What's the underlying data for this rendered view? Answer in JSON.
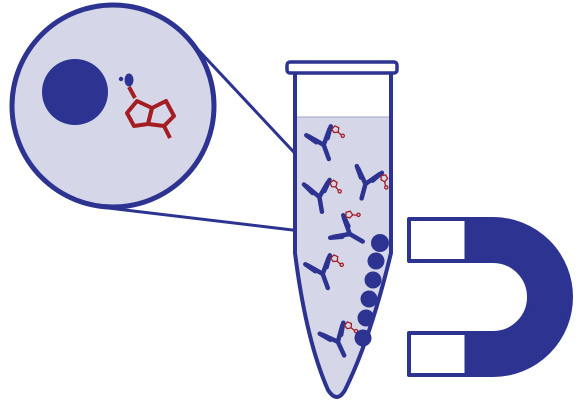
{
  "diagram": {
    "colors": {
      "outline": "#2c3391",
      "fill_light": "#d5d7e8",
      "molecule": "#a41d22",
      "background": "#ffffff"
    },
    "components": [
      "magnified-view-circle",
      "magnetic-bead",
      "linker-molecule",
      "microcentrifuge-tube",
      "buffer-solution",
      "antibodies",
      "captured-beads",
      "horseshoe-magnet"
    ]
  }
}
